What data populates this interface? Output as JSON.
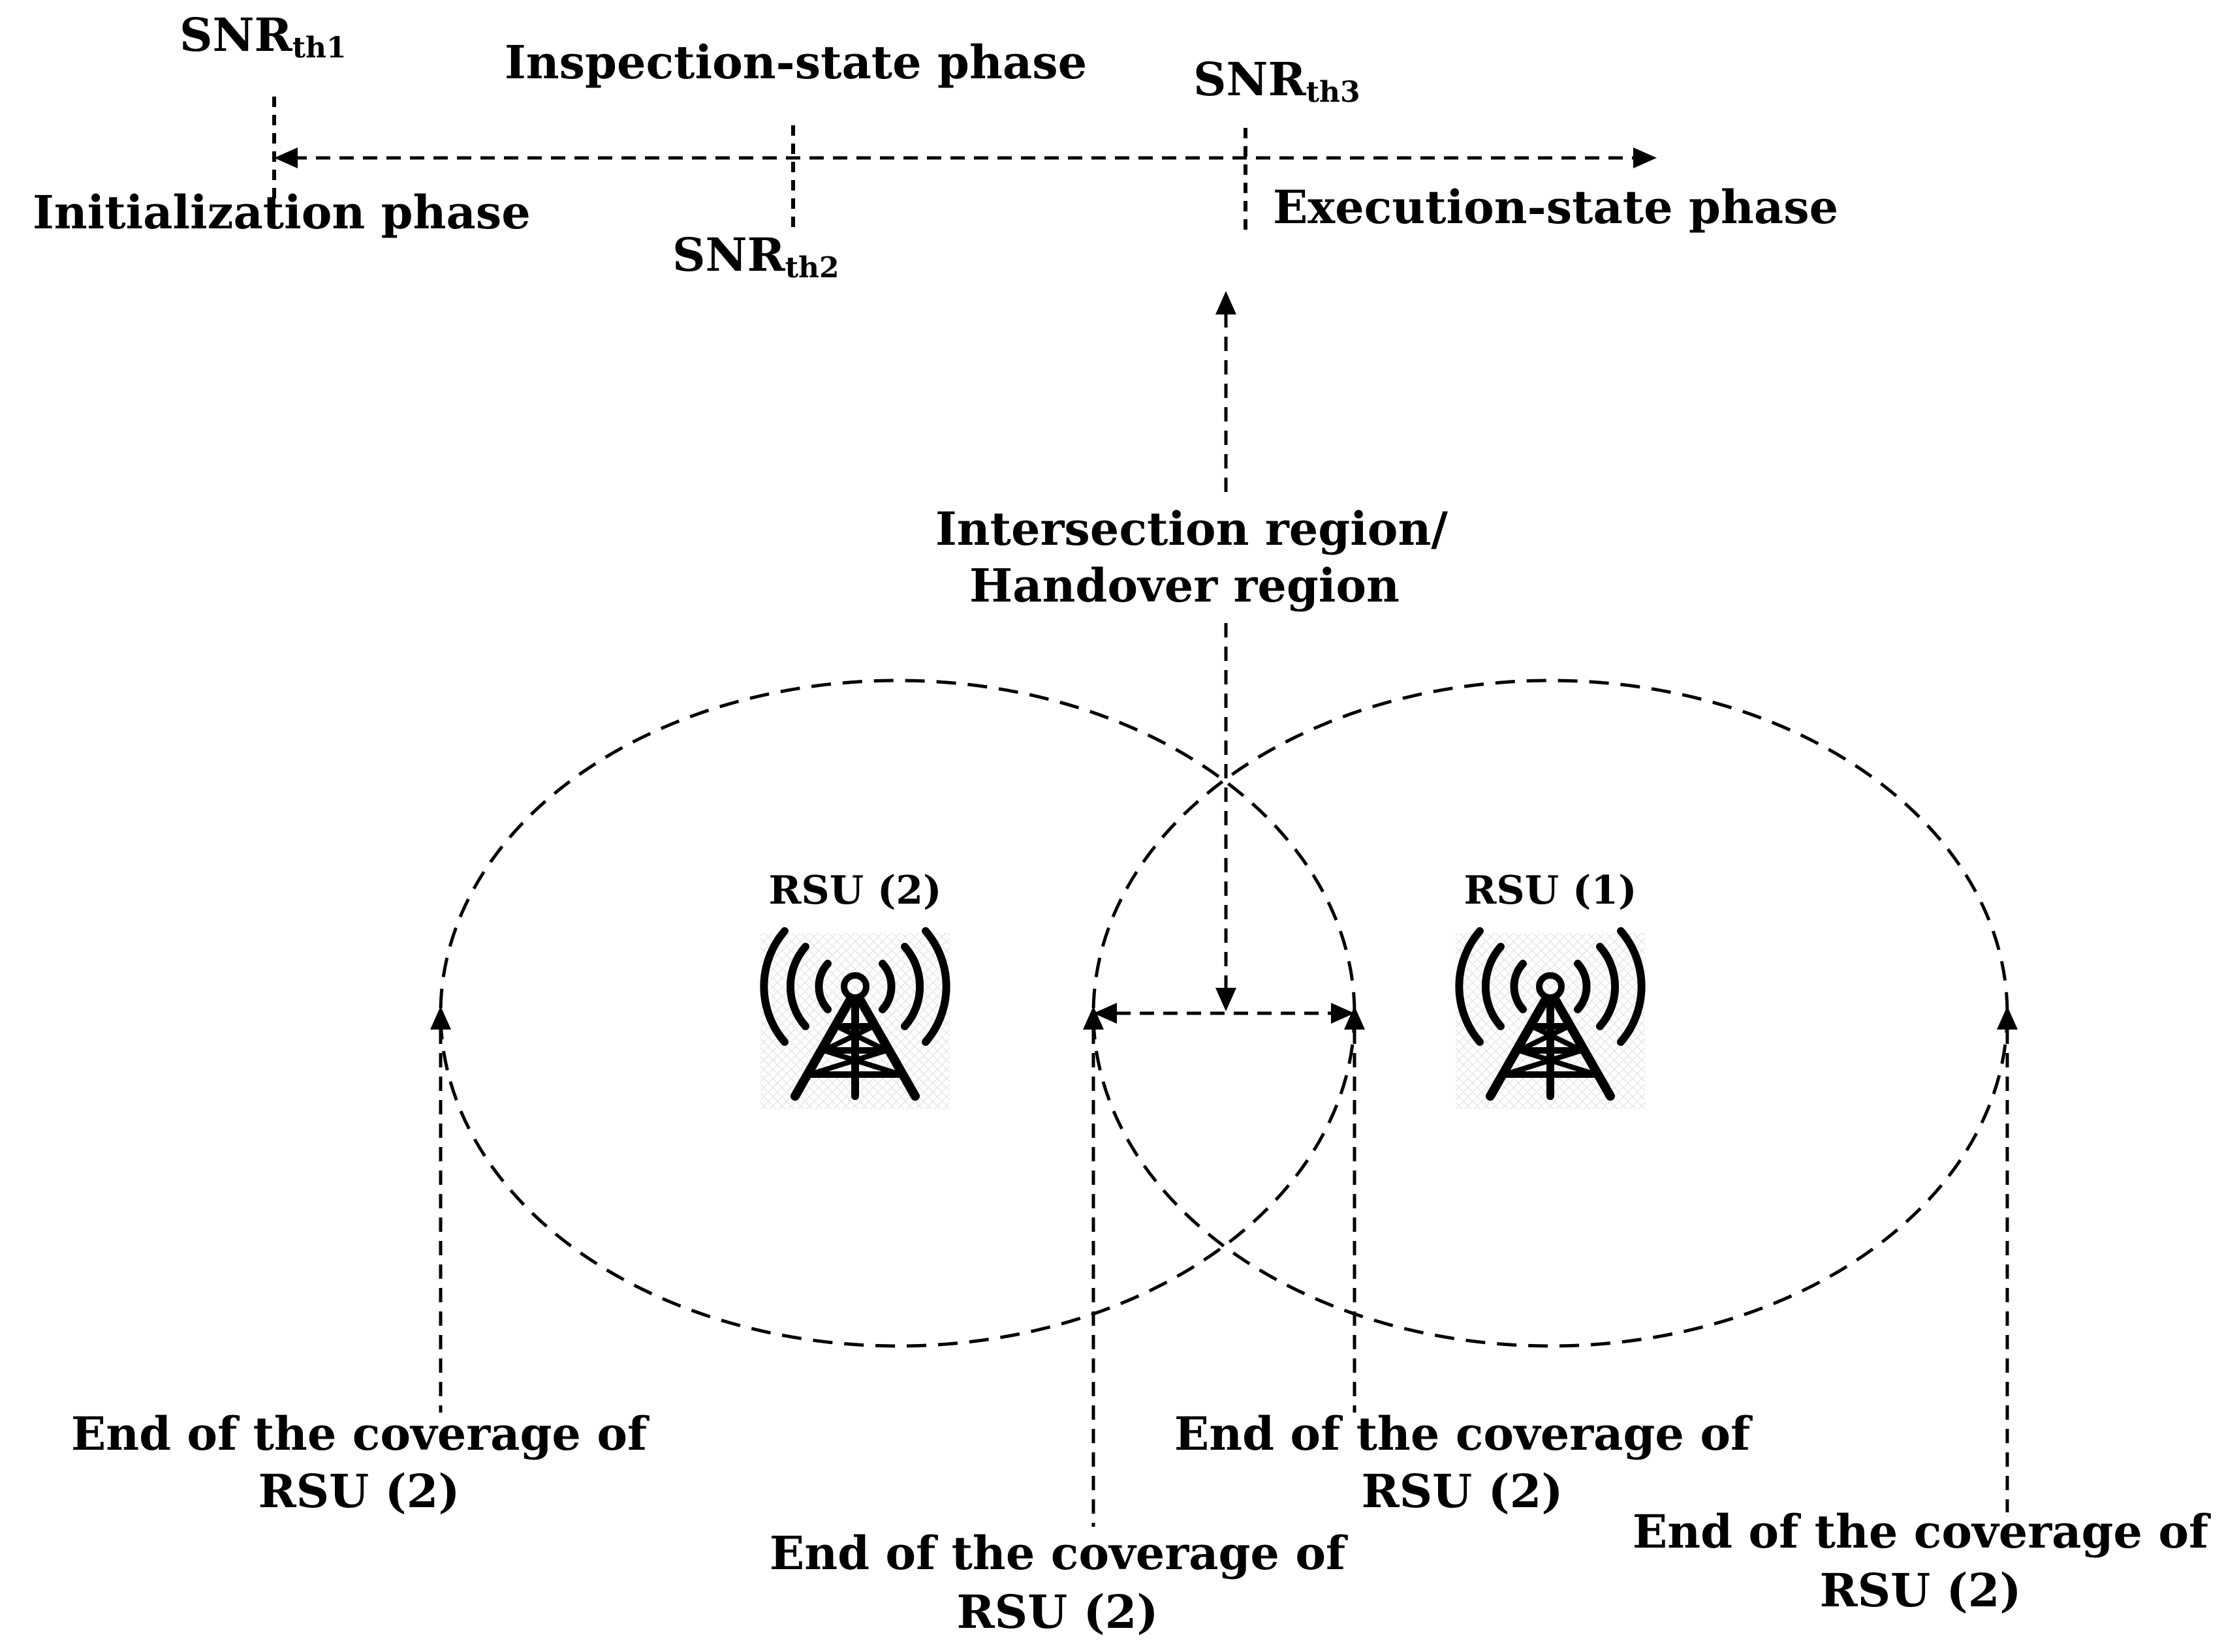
{
  "thresholds": {
    "th1": {
      "main": "SNR",
      "sub": "th1"
    },
    "th2": {
      "main": "SNR",
      "sub": "th2"
    },
    "th3": {
      "main": "SNR",
      "sub": "th3"
    }
  },
  "phases": {
    "initialization": "Initialization phase",
    "inspection": "Inspection-state phase",
    "execution": "Execution-state phase"
  },
  "region": {
    "line1": "Intersection region/",
    "line2": "Handover region"
  },
  "rsus": {
    "left": "RSU (2)",
    "right": "RSU (1)"
  },
  "icons": {
    "tower": "radio-tower-icon"
  },
  "coverage": {
    "outer_left": {
      "line1": "End of the coverage of",
      "line2": "RSU (2)"
    },
    "inner_right": {
      "line1": "End of the coverage of",
      "line2": "RSU (2)"
    },
    "inner_left": {
      "line1": "End of the coverage of",
      "line2": "RSU (2)"
    },
    "outer_right": {
      "line1": "End of the coverage of",
      "line2": "RSU (2)"
    }
  }
}
